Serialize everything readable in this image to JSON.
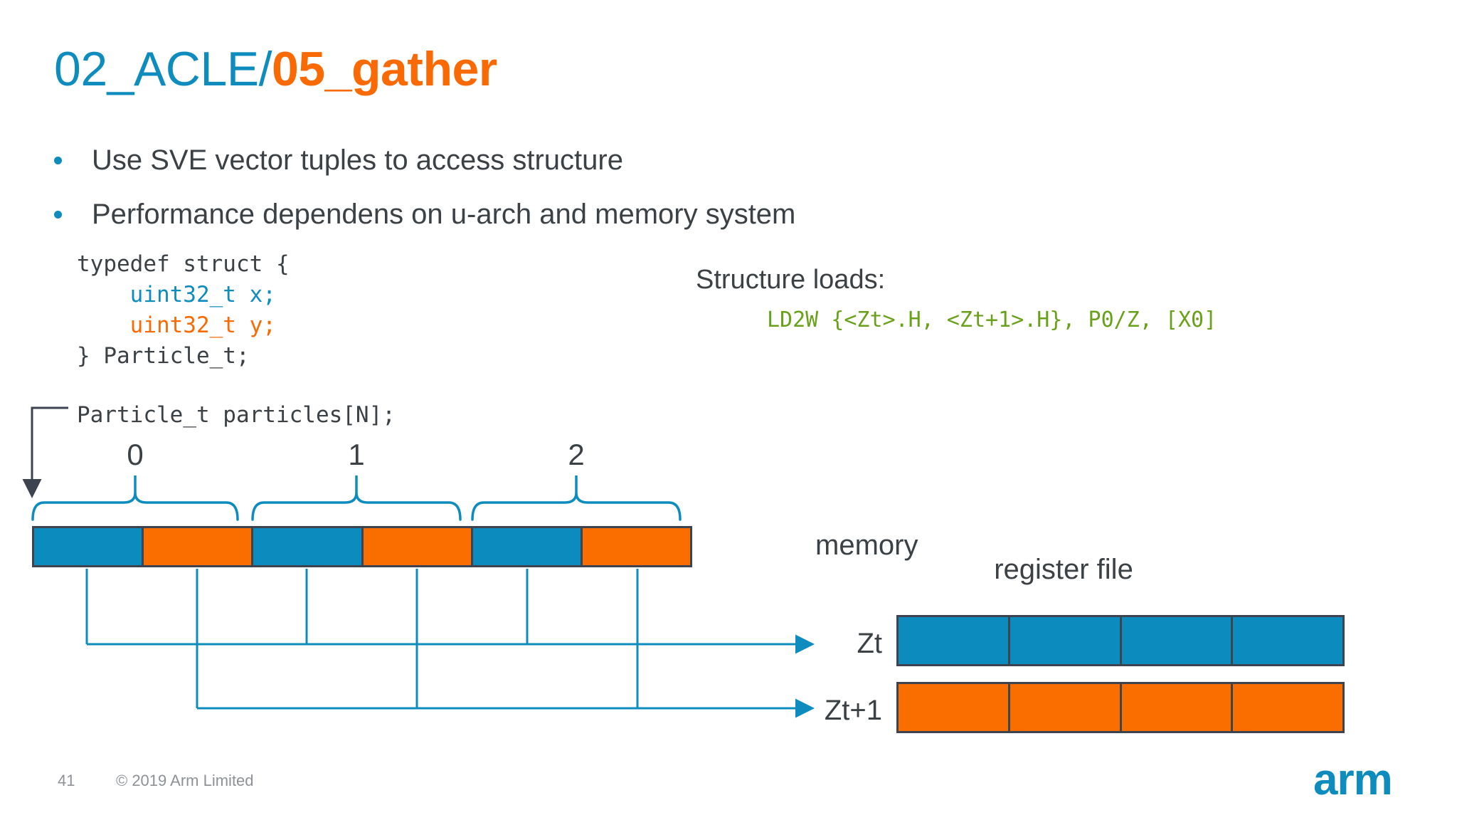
{
  "slide": {
    "title_primary": "02_ACLE/",
    "title_accent": "05_gather",
    "colors": {
      "blue": "#0f8cbe",
      "orange": "#f96a05",
      "cell_blue": "#0c8cbe",
      "cell_orange": "#fa6e00",
      "code_green": "#6aa11a",
      "text": "#3c4146",
      "footer_gray": "#8e9296",
      "outline": "#3d4450"
    }
  },
  "bullets": [
    "Use SVE vector tuples to access structure",
    "Performance dependens on u-arch and memory system"
  ],
  "struct_code": {
    "line1": "typedef struct {",
    "line2_indent": "    ",
    "line2": "uint32_t x;",
    "line3_indent": "    ",
    "line3": "uint32_t y;",
    "line4": "} Particle_t;"
  },
  "array_decl": "Particle_t particles[N];",
  "loads": {
    "label": "Structure loads:",
    "instruction": "LD2W {<Zt>.H, <Zt+1>.H}, P0/Z, [X0]"
  },
  "diagram": {
    "memory_label": "memory",
    "register_file_label": "register file",
    "index_labels": [
      "0",
      "1",
      "2"
    ],
    "memory_cells": [
      "blue",
      "orange",
      "blue",
      "orange",
      "blue",
      "orange"
    ],
    "registers": [
      {
        "name": "Zt",
        "color": "blue",
        "cells": 4
      },
      {
        "name": "Zt+1",
        "color": "orange",
        "cells": 4
      }
    ]
  },
  "footer": {
    "page_number": "41",
    "copyright": "© 2019 Arm Limited",
    "logo": "arm"
  }
}
